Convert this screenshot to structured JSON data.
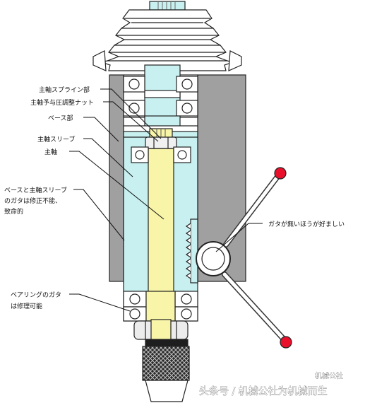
{
  "labels": {
    "spline": "主軸スプライン部",
    "preload_nut": "主軸予与圧調整ナット",
    "base": "ベース部",
    "sleeve": "主軸スリーブ",
    "spindle": "主軸",
    "play_line1": "ベースと主軸スリーブ",
    "play_line2": "のガタは修正不能、",
    "play_line3": "致命的",
    "bearing_line1": "ベアリングのガタ",
    "bearing_line2": "は修理可能",
    "lever_note": "ガタが無いほうが好ましい"
  },
  "watermark": {
    "main": "头条号 / 机械公社为机械而生",
    "small": "机械公社"
  },
  "colors": {
    "sleeve_fill": "#c8f0f0",
    "spindle_fill": "#f8f4a8",
    "body_gray": "#a0a0a0",
    "lever_knob": "#e8102a",
    "outline": "#222222"
  }
}
